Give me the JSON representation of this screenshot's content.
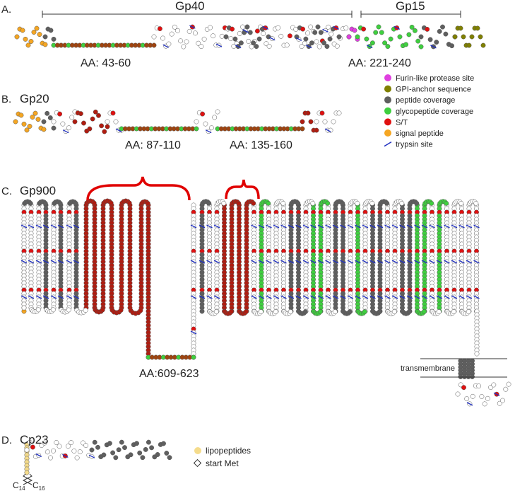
{
  "panels": {
    "a": {
      "letter": "A.",
      "gp40_label": "Gp40",
      "gp15_label": "Gp15",
      "aa1": "AA: 43-60",
      "aa2": "AA: 221-240"
    },
    "b": {
      "letter": "B.",
      "name": "Gp20",
      "aa1": "AA: 87-110",
      "aa2": "AA: 135-160"
    },
    "c": {
      "letter": "C.",
      "name": "Gp900",
      "aa1": "AA:609-623",
      "tm_label": "transmembrane"
    },
    "d": {
      "letter": "D.",
      "name": "Cp23",
      "lipid1": "C",
      "lipid1_sub": "14",
      "lipid2": "C",
      "lipid2_sub": "16"
    }
  },
  "legend": {
    "items": [
      {
        "label": "Furin-like protease site",
        "color": "#e040e0"
      },
      {
        "label": "GPI-anchor sequence",
        "color": "#808000"
      },
      {
        "label": "peptide coverage",
        "color": "#5f5f5f"
      },
      {
        "label": "glycopeptide coverage",
        "color": "#3fcf3f"
      },
      {
        "label": "S/T",
        "color": "#e01010"
      },
      {
        "label": "signal peptide",
        "color": "#f5a623"
      },
      {
        "label": "trypsin site",
        "color": "#2030c0"
      }
    ],
    "d_items": [
      {
        "label": "lipopeptides",
        "color": "#f5dc8c"
      },
      {
        "label": "start Met"
      }
    ]
  }
}
